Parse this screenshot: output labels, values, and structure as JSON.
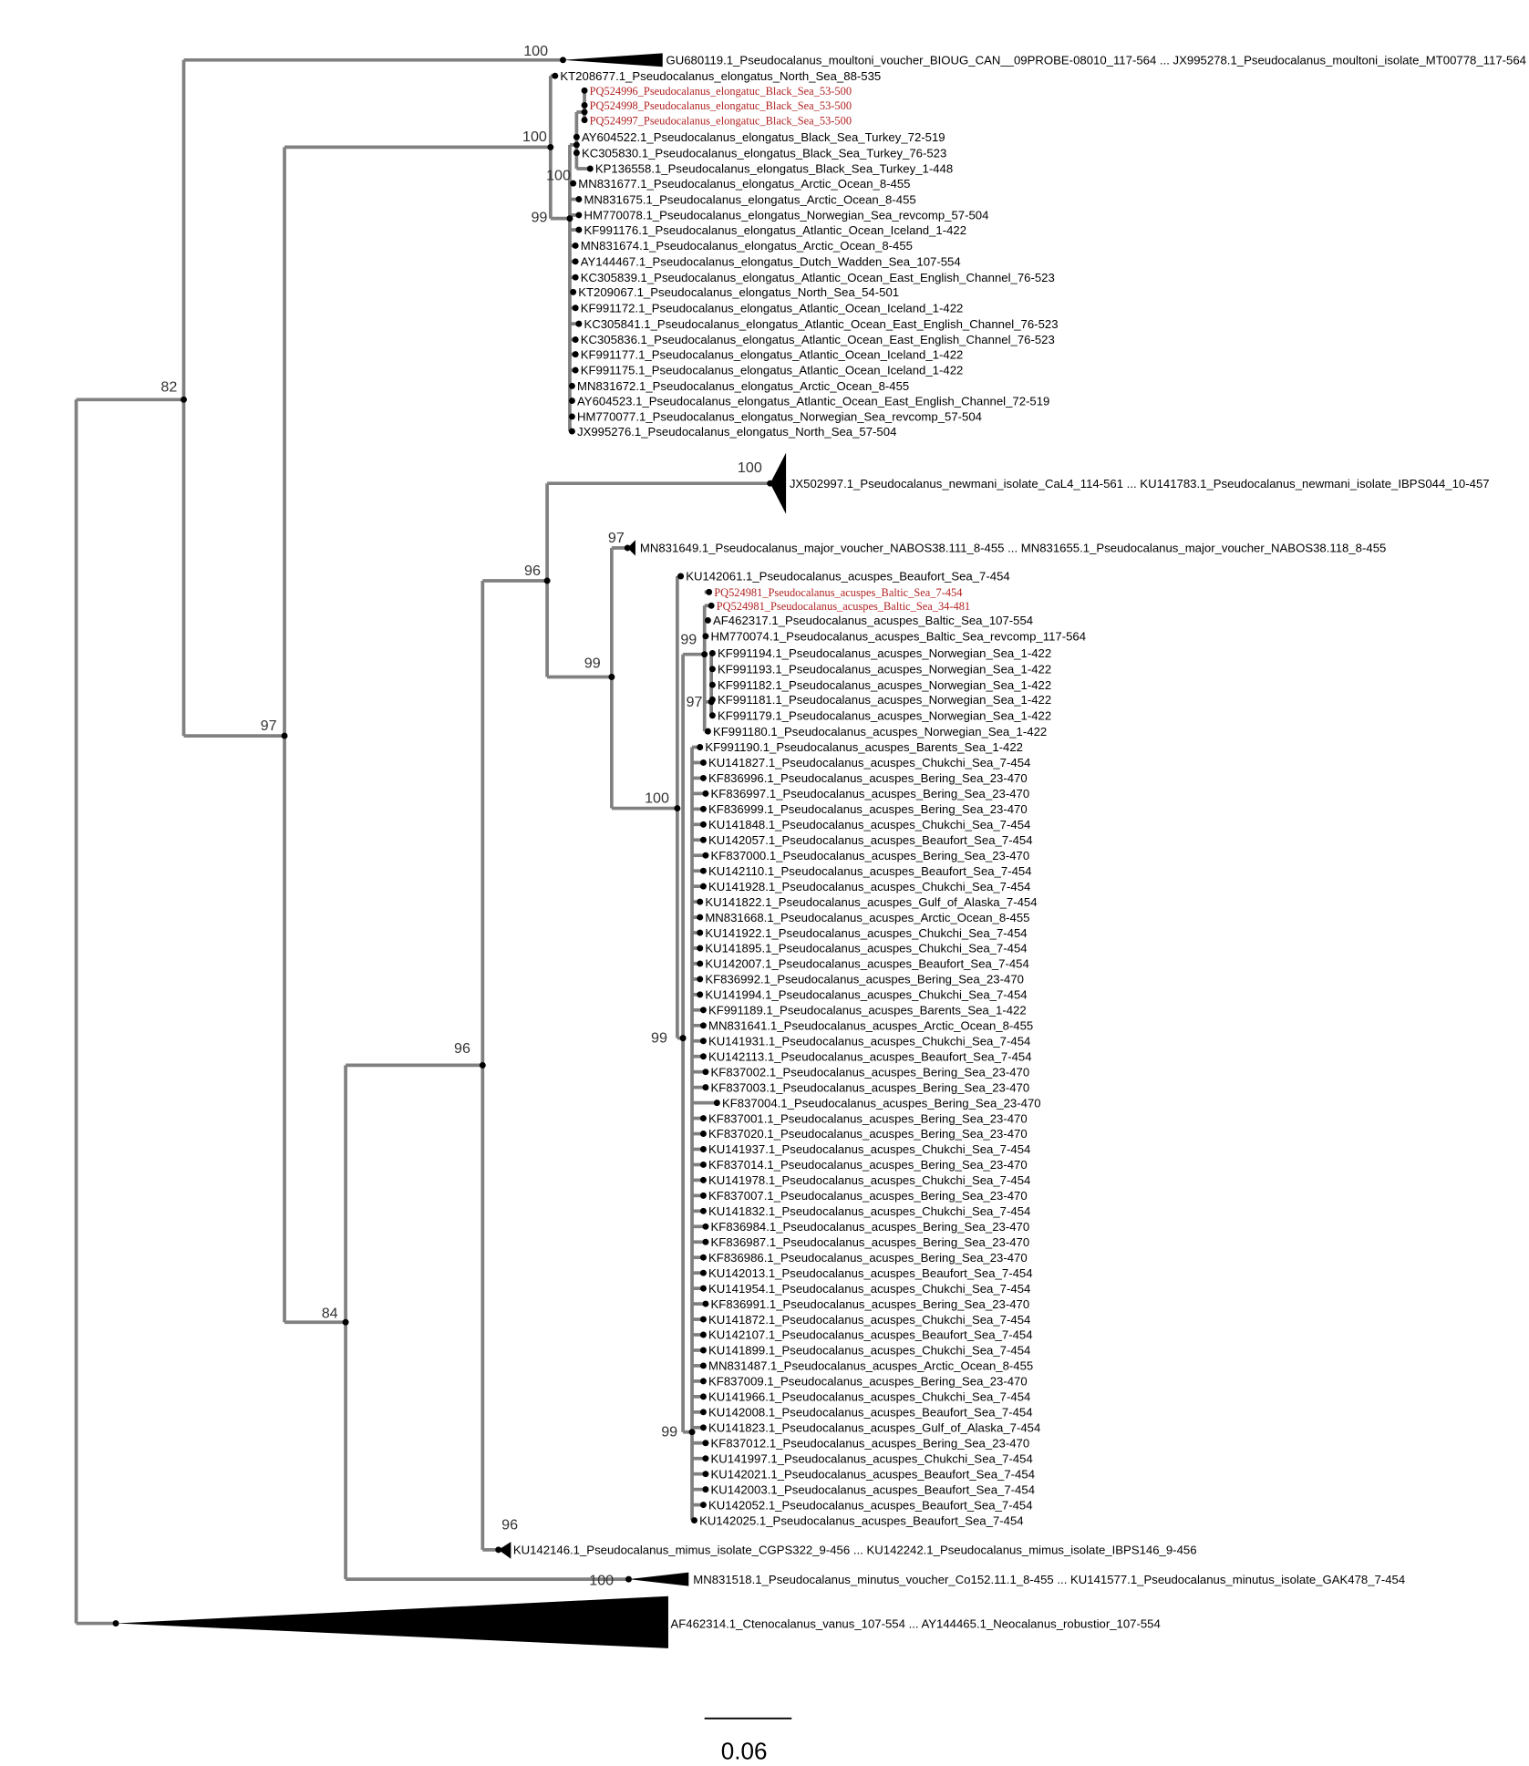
{
  "colors": {
    "branch": "#808080",
    "new_sequence": "#b22222",
    "node": "#000000"
  },
  "collapsed": {
    "moultoni": "GU680119.1_Pseudocalanus_moultoni_voucher_BIOUG_CAN__09PROBE-08010_117-564 ... JX995278.1_Pseudocalanus_moultoni_isolate_MT00778_117-564",
    "newmani": "JX502997.1_Pseudocalanus_newmani_isolate_CaL4_114-561 ... KU141783.1_Pseudocalanus_newmani_isolate_IBPS044_10-457",
    "major": "MN831649.1_Pseudocalanus_major_voucher_NABOS38.111_8-455 ... MN831655.1_Pseudocalanus_major_voucher_NABOS38.118_8-455",
    "mimus": "KU142146.1_Pseudocalanus_mimus_isolate_CGPS322_9-456 ... KU142242.1_Pseudocalanus_mimus_isolate_IBPS146_9-456",
    "minutus": "MN831518.1_Pseudocalanus_minutus_voucher_Co152.11.1_8-455 ... KU141577.1_Pseudocalanus_minutus_isolate_GAK478_7-454",
    "outgroup": "AF462314.1_Ctenocalanus_vanus_107-554 ... AY144465.1_Neocalanus_robustior_107-554"
  },
  "elongatus_leaves": [
    {
      "label": "KT208677.1_Pseudocalanus_elongatus_North_Sea_88-535"
    },
    {
      "label": "PQ524996_Pseudocalanus_elongatuc_Black_Sea_53-500",
      "new": true
    },
    {
      "label": "PQ524998_Pseudocalanus_elongatuc_Black_Sea_53-500",
      "new": true
    },
    {
      "label": "PQ524997_Pseudocalanus_elongatuc_Black_Sea_53-500",
      "new": true
    },
    {
      "label": "AY604522.1_Pseudocalanus_elongatus_Black_Sea_Turkey_72-519"
    },
    {
      "label": "KC305830.1_Pseudocalanus_elongatus_Black_Sea_Turkey_76-523"
    },
    {
      "label": "KP136558.1_Pseudocalanus_elongatus_Black_Sea_Turkey_1-448"
    },
    {
      "label": "MN831677.1_Pseudocalanus_elongatus_Arctic_Ocean_8-455"
    },
    {
      "label": "MN831675.1_Pseudocalanus_elongatus_Arctic_Ocean_8-455"
    },
    {
      "label": "HM770078.1_Pseudocalanus_elongatus_Norwegian_Sea_revcomp_57-504"
    },
    {
      "label": "KF991176.1_Pseudocalanus_elongatus_Atlantic_Ocean_Iceland_1-422"
    },
    {
      "label": "MN831674.1_Pseudocalanus_elongatus_Arctic_Ocean_8-455"
    },
    {
      "label": "AY144467.1_Pseudocalanus_elongatus_Dutch_Wadden_Sea_107-554"
    },
    {
      "label": "KC305839.1_Pseudocalanus_elongatus_Atlantic_Ocean_East_English_Channel_76-523"
    },
    {
      "label": "KT209067.1_Pseudocalanus_elongatus_North_Sea_54-501"
    },
    {
      "label": "KF991172.1_Pseudocalanus_elongatus_Atlantic_Ocean_Iceland_1-422"
    },
    {
      "label": "KC305841.1_Pseudocalanus_elongatus_Atlantic_Ocean_East_English_Channel_76-523"
    },
    {
      "label": "KC305836.1_Pseudocalanus_elongatus_Atlantic_Ocean_East_English_Channel_76-523"
    },
    {
      "label": "KF991177.1_Pseudocalanus_elongatus_Atlantic_Ocean_Iceland_1-422"
    },
    {
      "label": "KF991175.1_Pseudocalanus_elongatus_Atlantic_Ocean_Iceland_1-422"
    },
    {
      "label": "MN831672.1_Pseudocalanus_elongatus_Arctic_Ocean_8-455"
    },
    {
      "label": "AY604523.1_Pseudocalanus_elongatus_Atlantic_Ocean_East_English_Channel_72-519"
    },
    {
      "label": "HM770077.1_Pseudocalanus_elongatus_Norwegian_Sea_revcomp_57-504"
    },
    {
      "label": "JX995276.1_Pseudocalanus_elongatus_North_Sea_57-504"
    }
  ],
  "acuspes_leaves": [
    {
      "label": "KU142061.1_Pseudocalanus_acuspes_Beaufort_Sea_7-454"
    },
    {
      "label": "PQ524981_Pseudocalanus_acuspes_Baltic_Sea_7-454",
      "new": true
    },
    {
      "label": "PQ524981_Pseudocalanus_acuspes_Baltic_Sea_34-481",
      "new": true
    },
    {
      "label": "AF462317.1_Pseudocalanus_acuspes_Baltic_Sea_107-554"
    },
    {
      "label": "HM770074.1_Pseudocalanus_acuspes_Baltic_Sea_revcomp_117-564"
    },
    {
      "label": "KF991194.1_Pseudocalanus_acuspes_Norwegian_Sea_1-422"
    },
    {
      "label": "KF991193.1_Pseudocalanus_acuspes_Norwegian_Sea_1-422"
    },
    {
      "label": "KF991182.1_Pseudocalanus_acuspes_Norwegian_Sea_1-422"
    },
    {
      "label": "KF991181.1_Pseudocalanus_acuspes_Norwegian_Sea_1-422"
    },
    {
      "label": "KF991179.1_Pseudocalanus_acuspes_Norwegian_Sea_1-422"
    },
    {
      "label": "KF991180.1_Pseudocalanus_acuspes_Norwegian_Sea_1-422"
    },
    {
      "label": "KF991190.1_Pseudocalanus_acuspes_Barents_Sea_1-422"
    },
    {
      "label": "KU141827.1_Pseudocalanus_acuspes_Chukchi_Sea_7-454"
    },
    {
      "label": "KF836996.1_Pseudocalanus_acuspes_Bering_Sea_23-470"
    },
    {
      "label": "KF836997.1_Pseudocalanus_acuspes_Bering_Sea_23-470"
    },
    {
      "label": "KF836999.1_Pseudocalanus_acuspes_Bering_Sea_23-470"
    },
    {
      "label": "KU141848.1_Pseudocalanus_acuspes_Chukchi_Sea_7-454"
    },
    {
      "label": "KU142057.1_Pseudocalanus_acuspes_Beaufort_Sea_7-454"
    },
    {
      "label": "KF837000.1_Pseudocalanus_acuspes_Bering_Sea_23-470"
    },
    {
      "label": "KU142110.1_Pseudocalanus_acuspes_Beaufort_Sea_7-454"
    },
    {
      "label": "KU141928.1_Pseudocalanus_acuspes_Chukchi_Sea_7-454"
    },
    {
      "label": "KU141822.1_Pseudocalanus_acuspes_Gulf_of_Alaska_7-454"
    },
    {
      "label": "MN831668.1_Pseudocalanus_acuspes_Arctic_Ocean_8-455"
    },
    {
      "label": "KU141922.1_Pseudocalanus_acuspes_Chukchi_Sea_7-454"
    },
    {
      "label": "KU141895.1_Pseudocalanus_acuspes_Chukchi_Sea_7-454"
    },
    {
      "label": "KU142007.1_Pseudocalanus_acuspes_Beaufort_Sea_7-454"
    },
    {
      "label": "KF836992.1_Pseudocalanus_acuspes_Bering_Sea_23-470"
    },
    {
      "label": "KU141994.1_Pseudocalanus_acuspes_Chukchi_Sea_7-454"
    },
    {
      "label": "KF991189.1_Pseudocalanus_acuspes_Barents_Sea_1-422"
    },
    {
      "label": "MN831641.1_Pseudocalanus_acuspes_Arctic_Ocean_8-455"
    },
    {
      "label": "KU141931.1_Pseudocalanus_acuspes_Chukchi_Sea_7-454"
    },
    {
      "label": "KU142113.1_Pseudocalanus_acuspes_Beaufort_Sea_7-454"
    },
    {
      "label": "KF837002.1_Pseudocalanus_acuspes_Bering_Sea_23-470"
    },
    {
      "label": "KF837003.1_Pseudocalanus_acuspes_Bering_Sea_23-470"
    },
    {
      "label": "KF837004.1_Pseudocalanus_acuspes_Bering_Sea_23-470"
    },
    {
      "label": "KF837001.1_Pseudocalanus_acuspes_Bering_Sea_23-470"
    },
    {
      "label": "KF837020.1_Pseudocalanus_acuspes_Bering_Sea_23-470"
    },
    {
      "label": "KU141937.1_Pseudocalanus_acuspes_Chukchi_Sea_7-454"
    },
    {
      "label": "KF837014.1_Pseudocalanus_acuspes_Bering_Sea_23-470"
    },
    {
      "label": "KU141978.1_Pseudocalanus_acuspes_Chukchi_Sea_7-454"
    },
    {
      "label": "KF837007.1_Pseudocalanus_acuspes_Bering_Sea_23-470"
    },
    {
      "label": "KU141832.1_Pseudocalanus_acuspes_Chukchi_Sea_7-454"
    },
    {
      "label": "KF836984.1_Pseudocalanus_acuspes_Bering_Sea_23-470"
    },
    {
      "label": "KF836987.1_Pseudocalanus_acuspes_Bering_Sea_23-470"
    },
    {
      "label": "KF836986.1_Pseudocalanus_acuspes_Bering_Sea_23-470"
    },
    {
      "label": "KU142013.1_Pseudocalanus_acuspes_Beaufort_Sea_7-454"
    },
    {
      "label": "KU141954.1_Pseudocalanus_acuspes_Chukchi_Sea_7-454"
    },
    {
      "label": "KF836991.1_Pseudocalanus_acuspes_Bering_Sea_23-470"
    },
    {
      "label": "KU141872.1_Pseudocalanus_acuspes_Chukchi_Sea_7-454"
    },
    {
      "label": "KU142107.1_Pseudocalanus_acuspes_Beaufort_Sea_7-454"
    },
    {
      "label": "KU141899.1_Pseudocalanus_acuspes_Chukchi_Sea_7-454"
    },
    {
      "label": "MN831487.1_Pseudocalanus_acuspes_Arctic_Ocean_8-455"
    },
    {
      "label": "KF837009.1_Pseudocalanus_acuspes_Bering_Sea_23-470"
    },
    {
      "label": "KU141966.1_Pseudocalanus_acuspes_Chukchi_Sea_7-454"
    },
    {
      "label": "KU142008.1_Pseudocalanus_acuspes_Beaufort_Sea_7-454"
    },
    {
      "label": "KU141823.1_Pseudocalanus_acuspes_Gulf_of_Alaska_7-454"
    },
    {
      "label": "KF837012.1_Pseudocalanus_acuspes_Bering_Sea_23-470"
    },
    {
      "label": "KU141997.1_Pseudocalanus_acuspes_Chukchi_Sea_7-454"
    },
    {
      "label": "KU142021.1_Pseudocalanus_acuspes_Beaufort_Sea_7-454"
    },
    {
      "label": "KU142003.1_Pseudocalanus_acuspes_Beaufort_Sea_7-454"
    },
    {
      "label": "KU142052.1_Pseudocalanus_acuspes_Beaufort_Sea_7-454"
    },
    {
      "label": "KU142025.1_Pseudocalanus_acuspes_Beaufort_Sea_7-454"
    }
  ],
  "bootstrap": [
    "100",
    "100",
    "100",
    "99",
    "82",
    "97",
    "84",
    "100",
    "97",
    "96",
    "99",
    "100",
    "99",
    "97",
    "99",
    "99",
    "96",
    "96",
    "100"
  ],
  "scale_bar": {
    "label": "0.06",
    "value": 0.06
  }
}
